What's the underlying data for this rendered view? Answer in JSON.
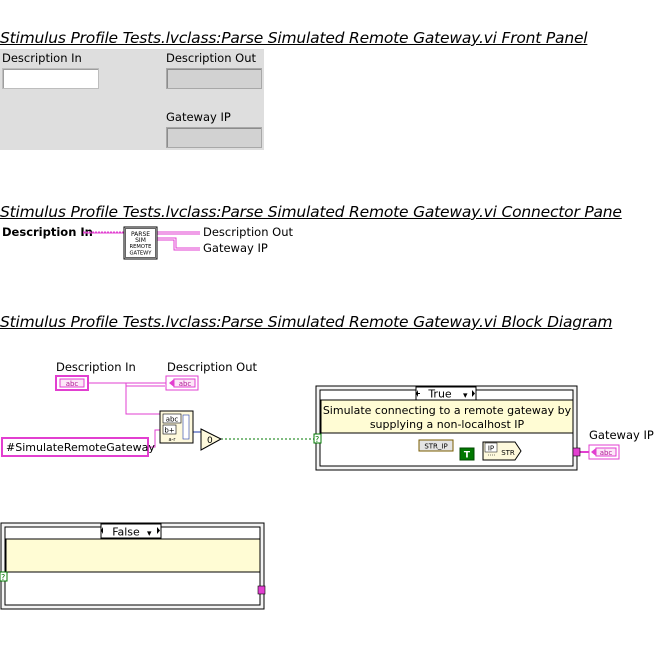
{
  "front_panel": {
    "heading": "Stimulus Profile Tests.lvclass:Parse Simulated Remote Gateway.vi Front Panel",
    "description_in_label": "Description In",
    "description_out_label": "Description Out",
    "gateway_ip_label": "Gateway IP"
  },
  "connector_pane": {
    "heading": "Stimulus Profile Tests.lvclass:Parse Simulated Remote Gateway.vi Connector Pane",
    "input_label": "Description In",
    "output_label_1": "Description Out",
    "output_label_2": "Gateway IP",
    "icon_lines": [
      "PARSE",
      "SIM",
      "REMOTE",
      "GATEWY"
    ]
  },
  "block_diagram": {
    "heading": "Stimulus Profile Tests.lvclass:Parse Simulated Remote Gateway.vi Block Diagram",
    "description_in_label": "Description In",
    "description_out_label": "Description Out",
    "gateway_ip_label": "Gateway IP",
    "terminal_text": "abc",
    "string_constant": "#SimulateRemoteGateway",
    "case_true_selector": "True",
    "case_false_selector": "False",
    "comment_line_1": "Simulate connecting to a remote gateway by",
    "comment_line_2": "supplying a non-localhost IP",
    "str_ip_node": "STR_IP",
    "true_constant": "T",
    "ip_to_str_top": "IP",
    "ip_to_str_right": "STR",
    "search_node_lines": [
      "abc",
      "b+",
      "a-r"
    ],
    "compare_node": "0",
    "selector_arrow": "▾",
    "case_selector_tunnel": "?"
  },
  "colors": {
    "string_wire": "#e23fd0",
    "bool_wire": "#007800",
    "numeric_wire": "#1e3aa8",
    "comment_bg": "#fffcd4",
    "panel_bg": "#dedede"
  }
}
